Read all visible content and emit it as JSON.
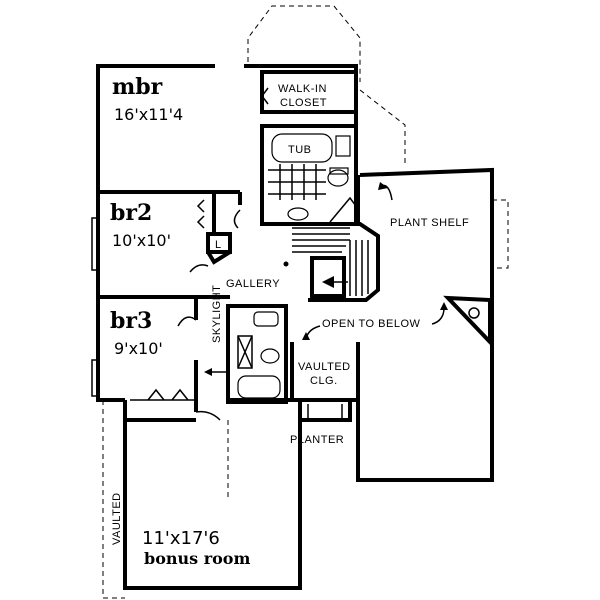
{
  "rooms": {
    "mbr": {
      "name": "mbr",
      "size": "16'x11'4"
    },
    "br2": {
      "name": "br2",
      "size": "10'x10'"
    },
    "br3": {
      "name": "br3",
      "size": "9'x10'"
    },
    "bonus": {
      "size": "11'x17'6",
      "name": "bonus room"
    }
  },
  "labels": {
    "walk_in_1": "WALK-IN",
    "walk_in_2": "CLOSET",
    "tub": "TUB",
    "plant_shelf": "PLANT SHELF",
    "linen": "L",
    "gallery": "GALLERY",
    "skylight": "SKYLIGHT",
    "open_to_below": "OPEN TO BELOW",
    "vaulted_clg_1": "VAULTED",
    "vaulted_clg_2": "CLG.",
    "planter": "PLANTER",
    "vaulted": "VAULTED"
  }
}
